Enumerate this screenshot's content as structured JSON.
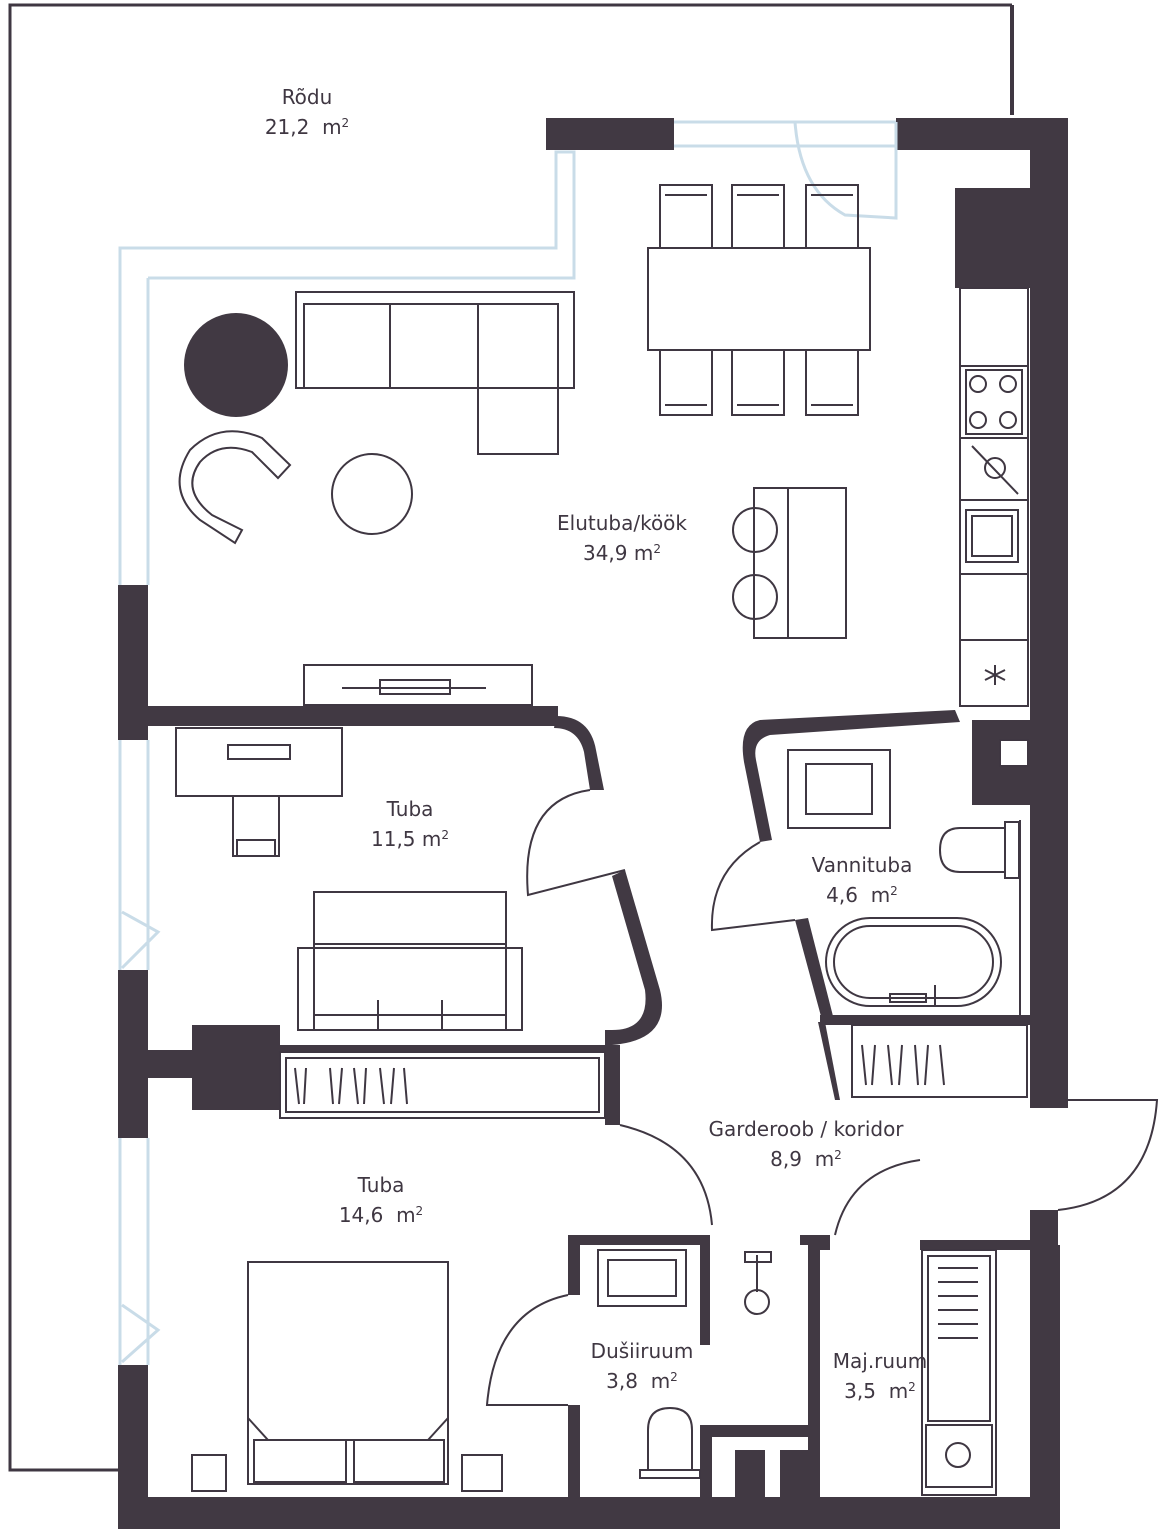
{
  "rooms": {
    "balcony": {
      "name": "Rõdu",
      "area": "21,2",
      "unit": "m",
      "exp": "2"
    },
    "living": {
      "name": "Elutuba/köök",
      "area": "34,9",
      "unit": "m",
      "exp": "2"
    },
    "room1": {
      "name": "Tuba",
      "area": "11,5",
      "unit": "m",
      "exp": "2"
    },
    "bath": {
      "name": "Vannituba",
      "area": "4,6",
      "unit": "m",
      "exp": "2"
    },
    "hall": {
      "name": "Garderoob / koridor",
      "area": "8,9",
      "unit": "m",
      "exp": "2"
    },
    "room2": {
      "name": "Tuba",
      "area": "14,6",
      "unit": "m",
      "exp": "2"
    },
    "shower": {
      "name": "Dušiiruum",
      "area": "3,8",
      "unit": "m",
      "exp": "2"
    },
    "utility": {
      "name": "Maj.ruum",
      "area": "3,5",
      "unit": "m",
      "exp": "2"
    }
  },
  "colors": {
    "wall": "#413943",
    "line": "#3f3742",
    "glass": "#c9dce8",
    "background": "#ffffff"
  }
}
